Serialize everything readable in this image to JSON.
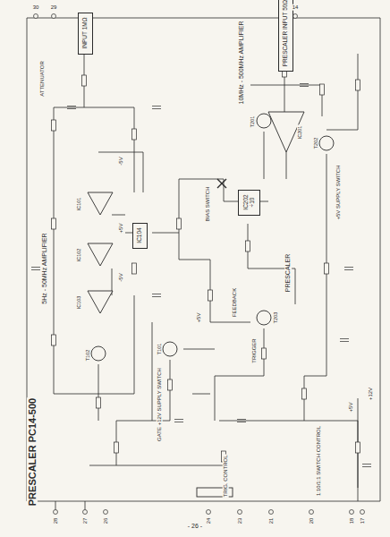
{
  "diagram": {
    "title": "PRESCALER PC14-500",
    "nodes": [
      {
        "text": [
          "INPUT 1MΩ"
        ]
      },
      {
        "text": [
          "PRESCALER INPUT 50Ω"
        ]
      },
      {
        "text": [
          "IC202",
          "÷10"
        ]
      },
      {
        "text": [
          "IC104"
        ]
      }
    ],
    "labels": [
      "5Hz - 50MHz AMPLIFIER",
      "ATTENUATOR",
      "10MHz - 500MHz AMPLIFIER",
      "BIAS SWITCH",
      "PRESCALER",
      "FEEDBACK",
      "TRIGGER",
      "GATE +12V SUPPLY SWITCH",
      "+5V SUPPLY SWITCH",
      "TRIG. CONTROL",
      "1:10/1:1 SWITCH CONTROL",
      "+5V",
      "+12V",
      "+5V",
      "-5V",
      "+5V",
      "-5V",
      "IC101",
      "IC102",
      "IC103",
      "IC201",
      "T101",
      "T102",
      "T201",
      "T202",
      "T203",
      "- 26 -",
      "28",
      "27",
      "26",
      "24",
      "23",
      "21",
      "20",
      "18",
      "17",
      "30",
      "29",
      "14"
    ]
  }
}
